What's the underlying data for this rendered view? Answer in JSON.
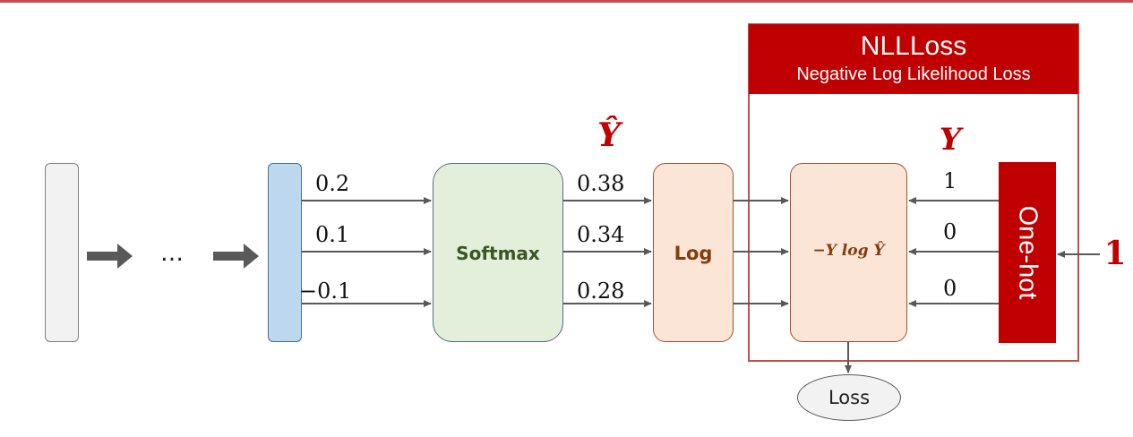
{
  "colors": {
    "accent_red": "#c00000",
    "frame_red": "#c0504d",
    "input_fill": "#f2f2f2",
    "hidden_fill": "#bdd7ee",
    "softmax_fill": "#e2efda",
    "orange_fill": "#fbe5d6",
    "orange_border": "#a0522d",
    "arrow_gray": "#595959",
    "text_green": "#385723",
    "text_brown": "#843c0c"
  },
  "ellipsis": "…",
  "hidden_values": [
    "0.2",
    "0.1",
    "−0.1"
  ],
  "softmax_label": "Softmax",
  "y_hat_symbol": "Ŷ",
  "probabilities": [
    "0.38",
    "0.34",
    "0.28"
  ],
  "log_label": "Log",
  "nll": {
    "title": "NLLLoss",
    "subtitle": "Negative Log Likelihood Loss"
  },
  "formula": "−Y log Ŷ",
  "y_symbol": "Y",
  "onehot_values": [
    "1",
    "0",
    "0"
  ],
  "onehot_label": "One-hot",
  "target_label": "1",
  "loss_label": "Loss"
}
